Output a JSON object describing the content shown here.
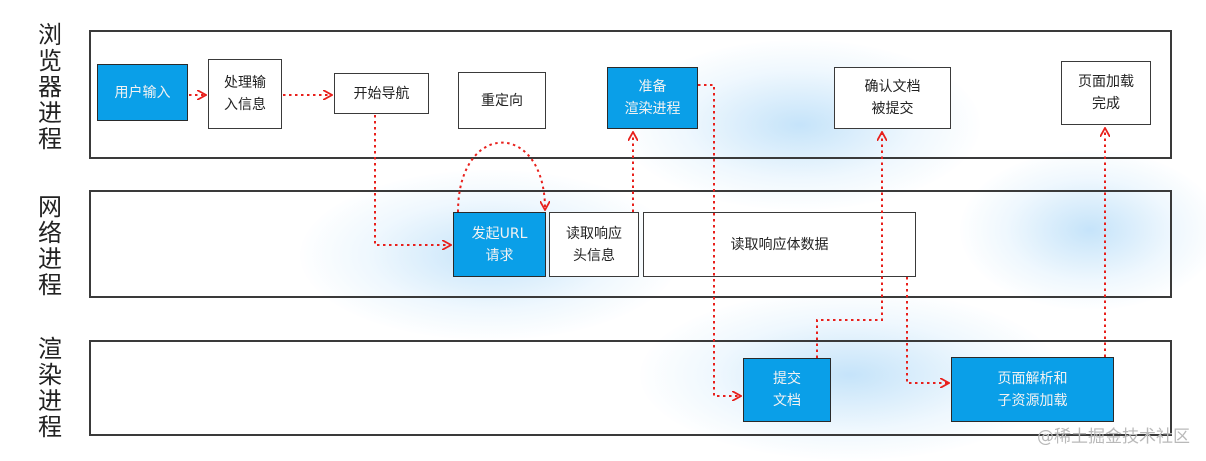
{
  "lanes": {
    "browser": "浏览器进程",
    "network": "网络进程",
    "renderer": "渲染进程"
  },
  "nodes": {
    "user_input": "用户输入",
    "process_input": "处理输\n入信息",
    "start_nav": "开始导航",
    "redirect": "重定向",
    "prepare_renderer": "准备\n渲染进程",
    "confirm_doc": "确认文档\n被提交",
    "page_done": "页面加载\n完成",
    "send_url": "发起URL\n请求",
    "read_headers": "读取响应\n头信息",
    "read_body": "读取响应体数据",
    "commit_doc": "提交\n文档",
    "parse_page": "页面解析和\n子资源加载"
  },
  "colors": {
    "accent": "#0a9fe8",
    "arrow": "#e8201c",
    "border": "#3a3a3a"
  },
  "watermark": "@稀土掘金技术社区"
}
